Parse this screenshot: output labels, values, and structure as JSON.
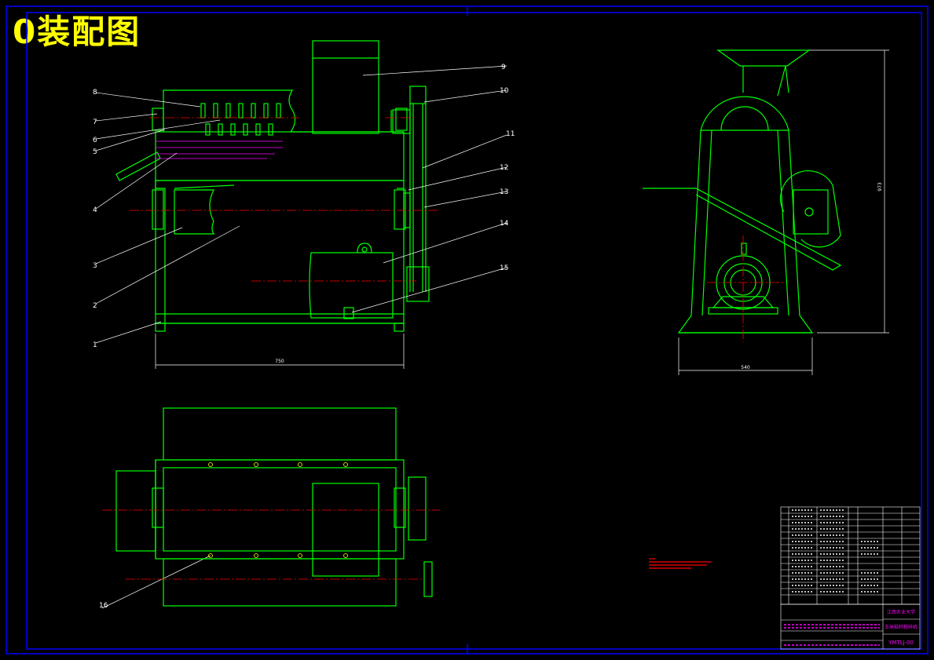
{
  "title": "0装配图",
  "colors": {
    "background": "#000000",
    "outline": "#00ff00",
    "frame": "#0000ff",
    "leader": "#ffffff",
    "centerline": "#ff0000",
    "accent": "#ffff00",
    "hatch": "#ff00ff"
  },
  "part_labels": [
    "1",
    "2",
    "3",
    "4",
    "5",
    "6",
    "7",
    "8",
    "9",
    "10",
    "11",
    "12",
    "13",
    "14",
    "15",
    "16"
  ],
  "dimensions": {
    "front_width": "750",
    "side_width": "540",
    "side_height": "973"
  },
  "title_block": {
    "org": "江西农业大学",
    "name": "玉米秸秆粉碎机",
    "code": "YMTLJ-00"
  }
}
